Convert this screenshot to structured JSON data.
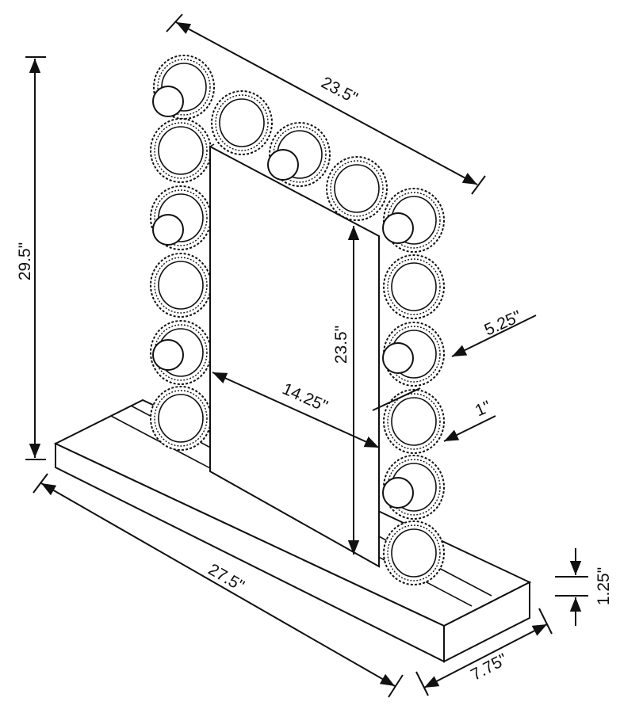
{
  "dimensions": {
    "total_height": "29.5\"",
    "frame_width": "23.5\"",
    "mirror_height": "23.5\"",
    "mirror_width": "14.25\"",
    "depth_top": "5.25\"",
    "frame_thickness": "1\"",
    "base_width": "27.5\"",
    "base_depth": "7.75\"",
    "base_height": "1.25\""
  }
}
